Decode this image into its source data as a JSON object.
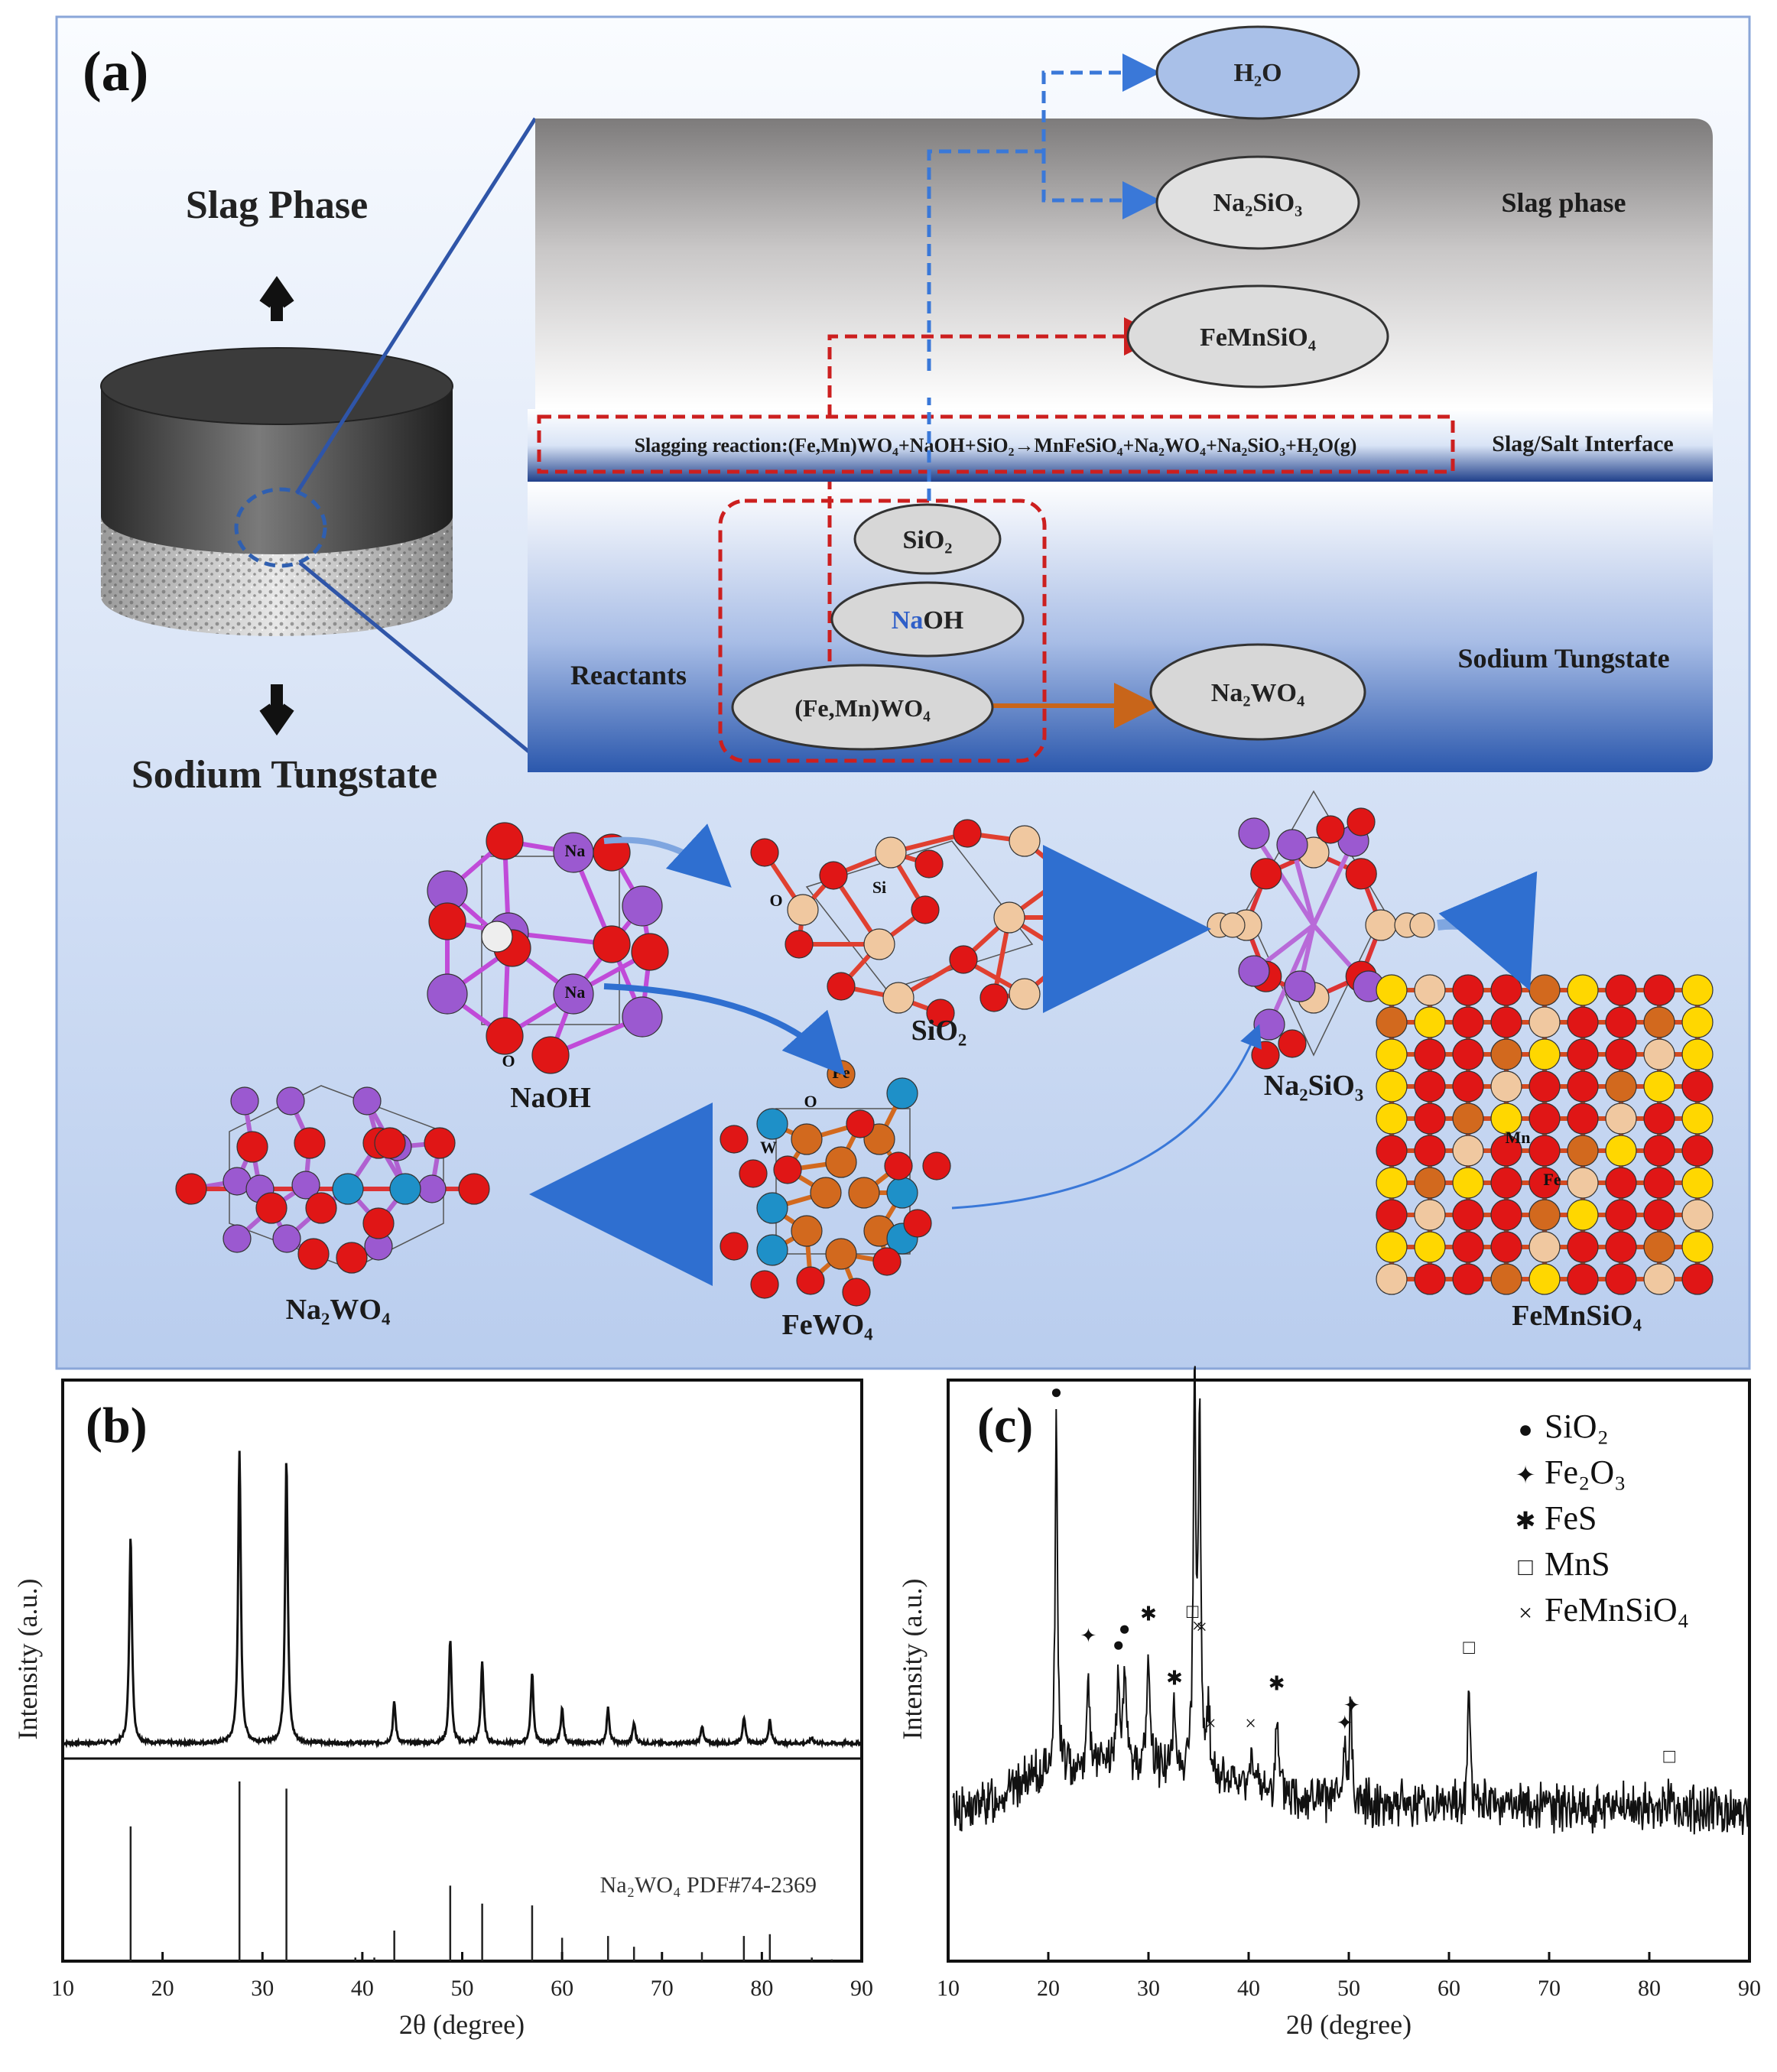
{
  "panel_a": {
    "label": "(a)",
    "slag_phase_title": "Slag Phase",
    "sodium_tungstate_title": "Sodium Tungstate",
    "zones": {
      "slag": "Slag phase",
      "interface": "Slag/Salt Interface",
      "salt": "Sodium Tungstate",
      "reactants": "Reactants"
    },
    "reaction": "Slagging reaction:(Fe,Mn)WO₄+NaOH+SiO₂→MnFeSiO₄+Na₂WO₄+Na₂SiO₃+H₂O(g)",
    "species": {
      "h2o": "H₂O",
      "na2sio3": "Na₂SiO₃",
      "femnsio4": "FeMnSiO₄",
      "sio2": "SiO₂",
      "naoh_na": "Na",
      "naoh_oh": "OH",
      "fewo4_reactant": "(Fe,Mn)WO₄",
      "na2wo4": "Na₂WO₄"
    },
    "crystals": {
      "naoh": "NaOH",
      "sio2": "SiO₂",
      "na2sio3": "Na₂SiO₃",
      "fewo4": "FeWO₄",
      "na2wo4": "Na₂WO₄",
      "femnsio4": "FeMnSiO₄"
    },
    "atom_labels": {
      "na": "Na",
      "o": "O",
      "si": "Si",
      "fe": "Fe",
      "w": "W",
      "mn": "Mn"
    },
    "colors": {
      "na": "#9b59d0",
      "o": "#e01616",
      "si": "#f0c8a0",
      "fe": "#d2691e",
      "w": "#1e90c8",
      "mn": "#ffd700",
      "h": "#eeeeee"
    }
  },
  "panel_b": {
    "label": "(b)",
    "xlabel": "2θ (degree)",
    "ylabel": "Intensity (a.u.)",
    "xticks": [
      "10",
      "20",
      "30",
      "40",
      "50",
      "60",
      "70",
      "80",
      "90"
    ],
    "reference_label": "Na₂WO₄ PDF#74-2369"
  },
  "panel_c": {
    "label": "(c)",
    "xlabel": "2θ (degree)",
    "ylabel": "Intensity (a.u.)",
    "xticks": [
      "10",
      "20",
      "30",
      "40",
      "50",
      "60",
      "70",
      "80",
      "90"
    ],
    "legend": [
      {
        "marker": "●",
        "text": "SiO₂"
      },
      {
        "marker": "✦",
        "text": "Fe₂O₃"
      },
      {
        "marker": "✱",
        "text": "FeS"
      },
      {
        "marker": "□",
        "text": "MnS"
      },
      {
        "marker": "×",
        "text": "FeMnSiO₄"
      }
    ]
  },
  "chart_data": [
    {
      "type": "line",
      "xlabel": "2θ (degree)",
      "ylabel": "Intensity (a.u.)",
      "xlim": [
        10,
        90
      ],
      "series": [
        {
          "peaks": [
            [
              16.8,
              0.72
            ],
            [
              27.7,
              1.0
            ],
            [
              32.4,
              0.98
            ],
            [
              43.2,
              0.14
            ],
            [
              48.8,
              0.36
            ],
            [
              52.0,
              0.28
            ],
            [
              57.0,
              0.24
            ],
            [
              60.0,
              0.12
            ],
            [
              64.6,
              0.12
            ],
            [
              67.2,
              0.07
            ],
            [
              74.0,
              0.06
            ],
            [
              78.2,
              0.09
            ],
            [
              80.8,
              0.08
            ],
            [
              85.0,
              0.02
            ]
          ]
        },
        {
          "name": "Na₂WO₄ PDF#74-2369",
          "sticks": [
            [
              16.8,
              0.75
            ],
            [
              27.7,
              1.0
            ],
            [
              32.4,
              0.96
            ],
            [
              39.3,
              0.02
            ],
            [
              41.2,
              0.02
            ],
            [
              43.2,
              0.17
            ],
            [
              48.8,
              0.42
            ],
            [
              52.0,
              0.32
            ],
            [
              57.0,
              0.31
            ],
            [
              60.0,
              0.13
            ],
            [
              64.6,
              0.14
            ],
            [
              67.2,
              0.08
            ],
            [
              74.0,
              0.05
            ],
            [
              78.2,
              0.14
            ],
            [
              80.8,
              0.15
            ],
            [
              85.0,
              0.02
            ],
            [
              87.0,
              0.01
            ]
          ]
        }
      ]
    },
    {
      "type": "line",
      "xlabel": "2θ (degree)",
      "ylabel": "Intensity (a.u.)",
      "xlim": [
        10,
        90
      ],
      "series": [
        {
          "peaks": [
            [
              20.8,
              0.88
            ],
            [
              24.0,
              0.25
            ],
            [
              27.0,
              0.22
            ],
            [
              27.6,
              0.26
            ],
            [
              30.0,
              0.3
            ],
            [
              32.6,
              0.15
            ],
            [
              34.6,
              1.0
            ],
            [
              35.1,
              0.9
            ],
            [
              36.0,
              0.18
            ],
            [
              40.3,
              0.13
            ],
            [
              42.8,
              0.2
            ],
            [
              49.6,
              0.12
            ],
            [
              50.2,
              0.25
            ],
            [
              62.0,
              0.32
            ],
            [
              82.0,
              0.05
            ]
          ]
        }
      ],
      "markers": [
        {
          "x": 20.8,
          "symbol": "●",
          "phase": "SiO₂"
        },
        {
          "x": 24.0,
          "symbol": "✦",
          "phase": "Fe₂O₃"
        },
        {
          "x": 27.0,
          "symbol": "●",
          "phase": "SiO₂"
        },
        {
          "x": 27.6,
          "symbol": "●",
          "phase": "SiO₂"
        },
        {
          "x": 30.0,
          "symbol": "✱",
          "phase": "FeS"
        },
        {
          "x": 32.6,
          "symbol": "✱",
          "phase": "FeS"
        },
        {
          "x": 34.4,
          "symbol": "□",
          "phase": "MnS"
        },
        {
          "x": 34.9,
          "symbol": "×",
          "phase": "FeMnSiO₄"
        },
        {
          "x": 35.3,
          "symbol": "×",
          "phase": "FeMnSiO₄"
        },
        {
          "x": 36.2,
          "symbol": "×",
          "phase": "FeMnSiO₄"
        },
        {
          "x": 40.2,
          "symbol": "×",
          "phase": "FeMnSiO₄"
        },
        {
          "x": 42.8,
          "symbol": "✱",
          "phase": "FeS"
        },
        {
          "x": 49.6,
          "symbol": "✦",
          "phase": "Fe₂O₃"
        },
        {
          "x": 50.3,
          "symbol": "✦",
          "phase": "Fe₂O₃"
        },
        {
          "x": 62.0,
          "symbol": "□",
          "phase": "MnS"
        },
        {
          "x": 82.0,
          "symbol": "□",
          "phase": "MnS"
        }
      ]
    }
  ]
}
